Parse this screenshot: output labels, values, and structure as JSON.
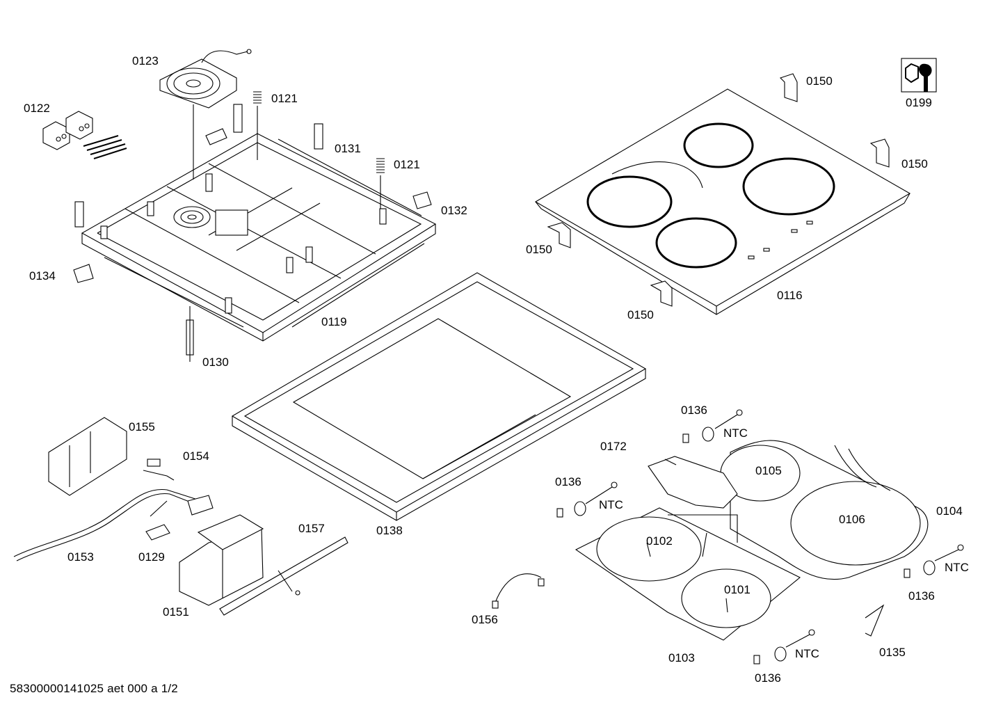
{
  "labels": {
    "p0123": "0123",
    "p0122": "0122",
    "p0121a": "0121",
    "p0121b": "0121",
    "p0131": "0131",
    "p0132": "0132",
    "p0134": "0134",
    "p0119": "0119",
    "p0130": "0130",
    "p0150a": "0150",
    "p0150b": "0150",
    "p0150c": "0150",
    "p0150d": "0150",
    "p0199": "0199",
    "p0116": "0116",
    "p0155": "0155",
    "p0154": "0154",
    "p0153": "0153",
    "p0129": "0129",
    "p0151": "0151",
    "p0157": "0157",
    "p0138": "0138",
    "p0136a": "0136",
    "p0136b": "0136",
    "p0136c": "0136",
    "p0136d": "0136",
    "ntc_a": "NTC",
    "ntc_b": "NTC",
    "ntc_c": "NTC",
    "ntc_d": "NTC",
    "p0172": "0172",
    "p0105": "0105",
    "p0104": "0104",
    "p0106": "0106",
    "p0102": "0102",
    "p0101": "0101",
    "p0156": "0156",
    "p0103": "0103",
    "p0135": "0135"
  },
  "footer": "58300000141025 aet 000 a 1/2",
  "icons": {
    "service_tool": "wrench-nut-icon"
  }
}
